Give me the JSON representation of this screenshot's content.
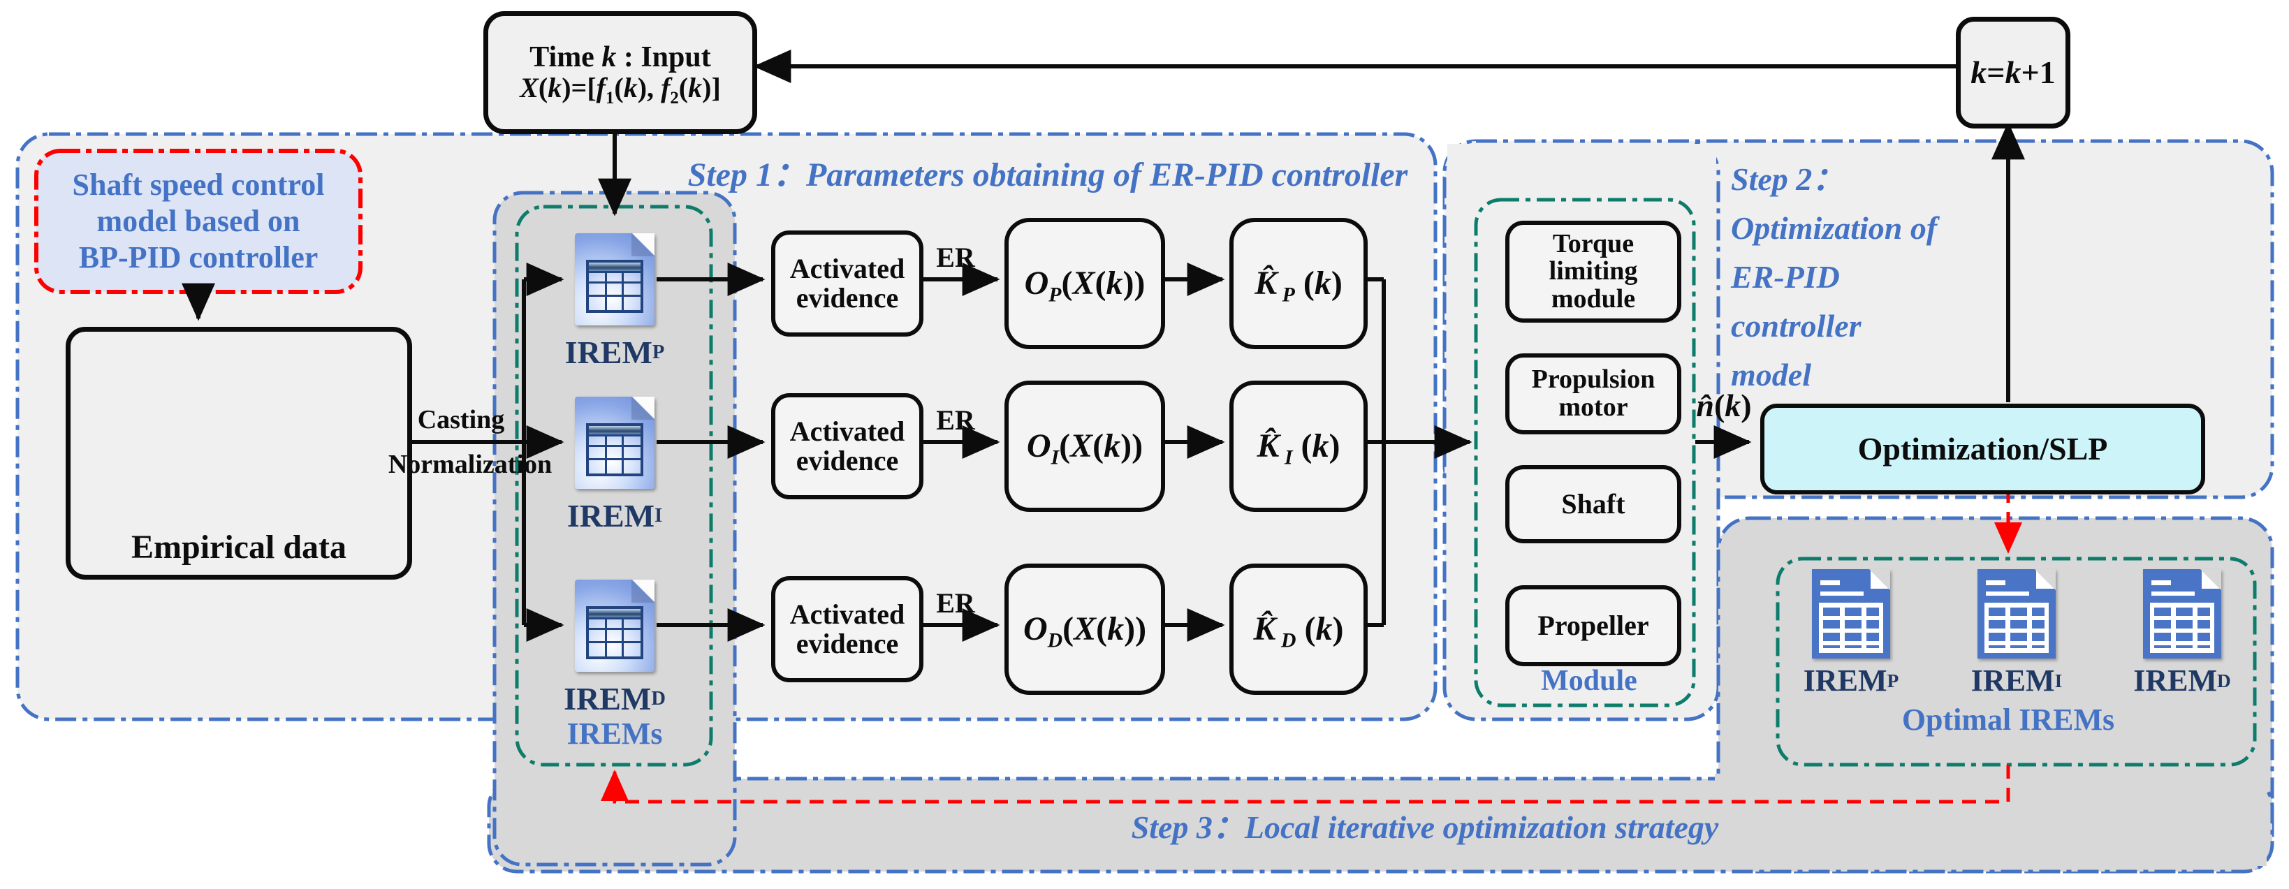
{
  "colors": {
    "accent_blue": "#4472c4",
    "teal": "#0e7c6b",
    "red": "#ff0000",
    "navy": "#1f3864",
    "cyan_fill": "#cdf5f9",
    "gray_fill": "#d8d8d8",
    "light_fill": "#f0f0f0"
  },
  "time_box": {
    "line1": "Time <i>k</i> : Input",
    "line2": "<i>X</i>(<i>k</i>)=[<i>f</i><sub>1</sub>(<i>k</i>), <i>f</i><sub>2</sub>(<i>k</i>)]"
  },
  "k_box": {
    "label": "<i>k</i>=<i>k</i>+1"
  },
  "step1": {
    "title": "Step 1：Parameters obtaining  of ER-PID controller",
    "shaft_model_lines": [
      "Shaft speed control",
      "model based on",
      "BP-PID controller"
    ],
    "empirical_label": "Empirical data",
    "casting_line1": "Casting",
    "casting_line2": "Normalization",
    "irems_group_label": "IREMs",
    "rows": [
      {
        "irem": "IREM<sub>P</sub>",
        "activated": "Activated<br>evidence",
        "er": "ER",
        "observation": "<i>O</i><sub><i>P</i></sub>(<i>X</i>(<i>k</i>))",
        "gain": "<i>K̂</i><sub> <i>P</i></sub> (<i>k</i>)"
      },
      {
        "irem": "IREM<sub>I</sub>",
        "activated": "Activated<br>evidence",
        "er": "ER",
        "observation": "<i>O</i><sub><i>I</i></sub>(<i>X</i>(<i>k</i>))",
        "gain": "<i>K̂</i><sub> <i>I</i></sub> (<i>k</i>)"
      },
      {
        "irem": "IREM<sub>D</sub>",
        "activated": "Activated<br>evidence",
        "er": "ER",
        "observation": "<i>O</i><sub><i>D</i></sub>(<i>X</i>(<i>k</i>))",
        "gain": "<i>K̂</i><sub> <i>D</i></sub> (<i>k</i>)"
      }
    ]
  },
  "step2": {
    "title_lines": [
      "Step 2：",
      "Optimization of",
      "ER-PID",
      "controller",
      "model"
    ],
    "modules": [
      "Torque<br>limiting<br>module",
      "Propulsion<br>motor",
      "Shaft",
      "Propeller"
    ],
    "module_label": "Module",
    "n_hat": "<i>n̂</i>(<i>k</i>)",
    "optimization_label": "Optimization/SLP"
  },
  "step3": {
    "title": "Step 3：Local iterative optimization strategy",
    "optimal_items": [
      "IREM<sub>P</sub>",
      "IREM<sub>I</sub>",
      "IREM<sub>D</sub>"
    ],
    "optimal_label": "Optimal  IREMs"
  }
}
